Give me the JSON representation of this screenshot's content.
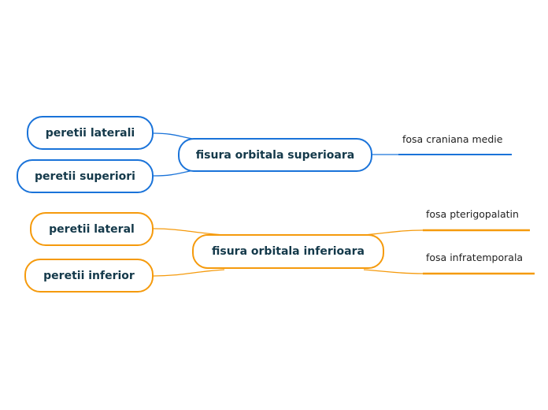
{
  "colors": {
    "blue": "#1a73d9",
    "orange": "#f59a0c",
    "text": "#14394a"
  },
  "superior": {
    "central": "fisura orbitala superioara",
    "left": [
      "peretii laterali",
      "peretii superiori"
    ],
    "right": [
      "fosa craniana medie"
    ]
  },
  "inferior": {
    "central": "fisura orbitala inferioara",
    "left": [
      "peretii lateral",
      "peretii inferior"
    ],
    "right": [
      "fosa pterigopalatin",
      "fosa infratemporala"
    ]
  }
}
